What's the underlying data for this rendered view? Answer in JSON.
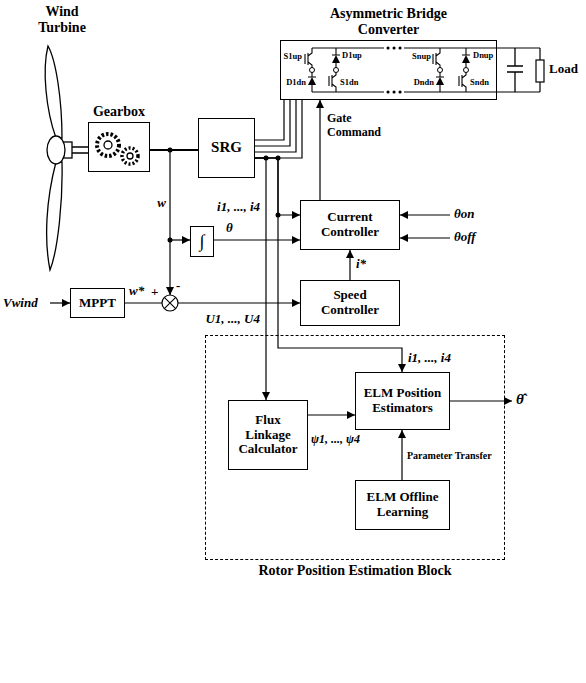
{
  "diagram": {
    "nodes": [
      {
        "text": [
          "Asymmetric Bridge Converter"
        ]
      },
      {
        "text": [
          "Gearbox"
        ]
      },
      {
        "text": [
          "SRG"
        ]
      },
      {
        "text": [
          "∫"
        ]
      },
      {
        "text": [
          "Current Controller"
        ]
      },
      {
        "text": [
          "MPPT"
        ]
      },
      {
        "text": [
          "Speed Controller"
        ]
      },
      {
        "text": [
          "Rotor Position Estimation Block"
        ]
      },
      {
        "text": [
          "Flux Linkage Calculator"
        ],
        "in": 7
      },
      {
        "text": [
          "ELM Position Estimators"
        ],
        "in": 7
      },
      {
        "text": [
          "ELM Offline Learning"
        ],
        "in": 7
      }
    ],
    "edges": [
      {
        "from": 1,
        "to": 2,
        "arrow": "none"
      },
      {
        "from": 2,
        "to": 0,
        "arrow": "none"
      },
      {
        "from": 2,
        "to": 4,
        "arrow": "to"
      },
      {
        "from": 2,
        "to": 8,
        "arrow": "to"
      },
      {
        "from": 2,
        "to": 9,
        "arrow": "to"
      },
      {
        "from": 3,
        "to": 4,
        "arrow": "to"
      },
      {
        "from": 4,
        "to": 0,
        "arrow": "to"
      },
      {
        "from": 6,
        "to": 4,
        "arrow": "to"
      },
      {
        "from": 5,
        "to": 6,
        "arrow": "to"
      },
      {
        "from": 8,
        "to": 9,
        "arrow": "to"
      },
      {
        "from": 10,
        "to": 9,
        "arrow": "to"
      }
    ],
    "labels": [
      "Wind Turbine",
      "w",
      "i1, ..., i4",
      "θ",
      "θon",
      "θoff",
      "Gate Command",
      "i*",
      "Vwind",
      "w*",
      "+",
      "-",
      "Load",
      "U1, ..., U4",
      "i1, ..., i4",
      "ψ1, ..., ψ4",
      "Parameter Transfer",
      "θ̂",
      "S1up",
      "D1up",
      "D1dn",
      "S1dn",
      "Snup",
      "Dnup",
      "Dndn",
      "Sndn"
    ]
  }
}
